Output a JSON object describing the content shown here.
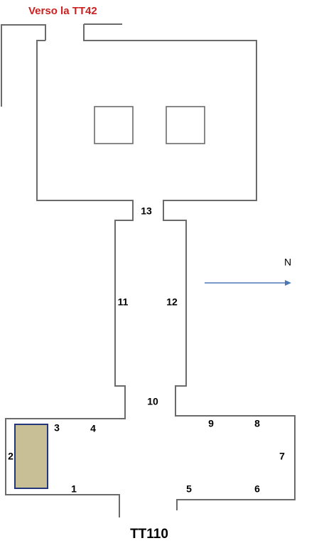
{
  "diagram": {
    "heading": "Verso la TT42",
    "heading_color": "#cc1f1f",
    "tomb_label": "TT110",
    "north_label": "N",
    "north_arrow_color": "#4a78b5",
    "wall_color": "#6b6b6b",
    "burial_niche_fill": "#c8bf96",
    "burial_niche_stroke": "#23367a",
    "wall_numbers": {
      "n1": "1",
      "n2": "2",
      "n3": "3",
      "n4": "4",
      "n5": "5",
      "n6": "6",
      "n7": "7",
      "n8": "8",
      "n9": "9",
      "n10": "10",
      "n11": "11",
      "n12": "12",
      "n13": "13"
    }
  }
}
